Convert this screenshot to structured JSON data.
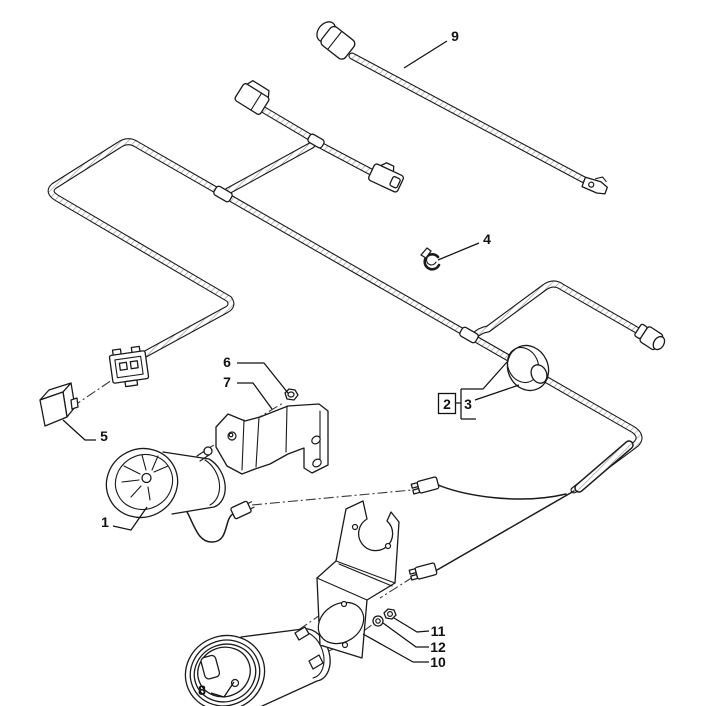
{
  "diagram": {
    "type": "exploded-parts-diagram",
    "colors": {
      "line": "#1a1a1a",
      "background": "#ffffff",
      "hatch": "#9a9a9a"
    },
    "callouts": {
      "c1": {
        "label": "1",
        "boxed": false
      },
      "c2": {
        "label": "2",
        "boxed": true
      },
      "c3": {
        "label": "3",
        "boxed": false
      },
      "c4": {
        "label": "4",
        "boxed": false
      },
      "c5": {
        "label": "5",
        "boxed": false
      },
      "c6": {
        "label": "6",
        "boxed": false
      },
      "c7": {
        "label": "7",
        "boxed": false
      },
      "c8": {
        "label": "8",
        "boxed": false
      },
      "c9": {
        "label": "9",
        "boxed": false
      },
      "c10": {
        "label": "10",
        "boxed": false
      },
      "c11": {
        "label": "11",
        "boxed": false
      },
      "c12": {
        "label": "12",
        "boxed": false
      }
    }
  }
}
